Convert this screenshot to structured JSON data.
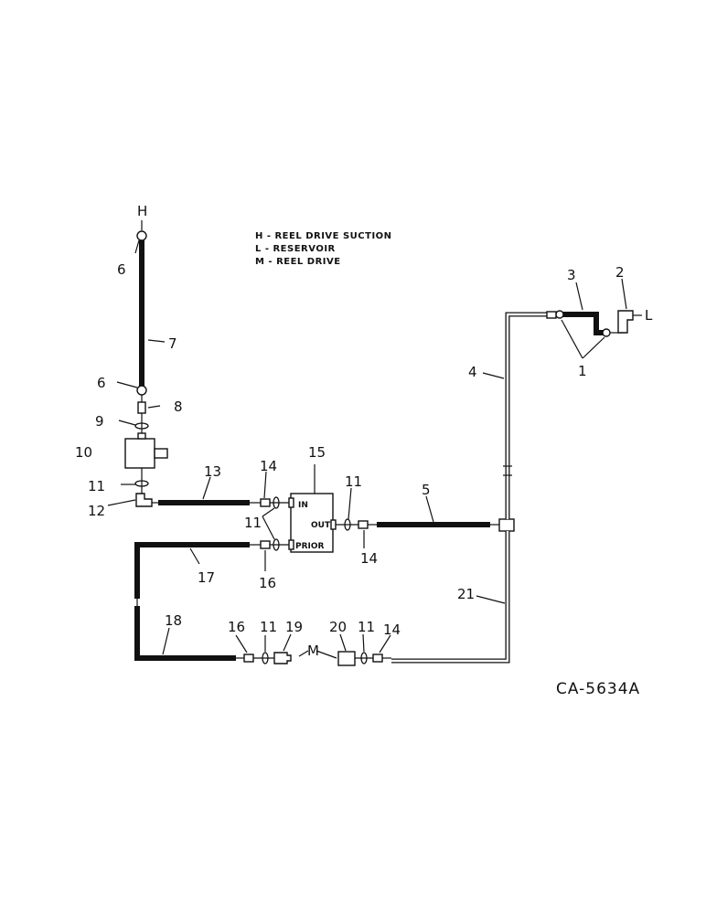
{
  "legend": {
    "h": "H - REEL DRIVE SUCTION",
    "l": "L - RESERVOIR",
    "m": "M - REEL DRIVE"
  },
  "drawing_code": "CA-5634A",
  "port_labels": {
    "in": "IN",
    "out": "OUT",
    "prior": "PRIOR"
  },
  "callouts": {
    "h": "H",
    "l": "L",
    "m": "M",
    "n1": "1",
    "n2": "2",
    "n3": "3",
    "n4": "4",
    "n5": "5",
    "n6a": "6",
    "n6b": "6",
    "n7": "7",
    "n8a": "8",
    "n9": "9",
    "n10": "10",
    "n11a": "11",
    "n11b": "11",
    "n11c": "11",
    "n11d": "11",
    "n11e": "11",
    "n12": "12",
    "n13": "13",
    "n14a": "14",
    "n14b": "14",
    "n14c": "14",
    "n15": "15",
    "n16a": "16",
    "n16b": "16",
    "n17": "17",
    "n18": "18",
    "n19": "19",
    "n20": "20",
    "n21": "21"
  }
}
